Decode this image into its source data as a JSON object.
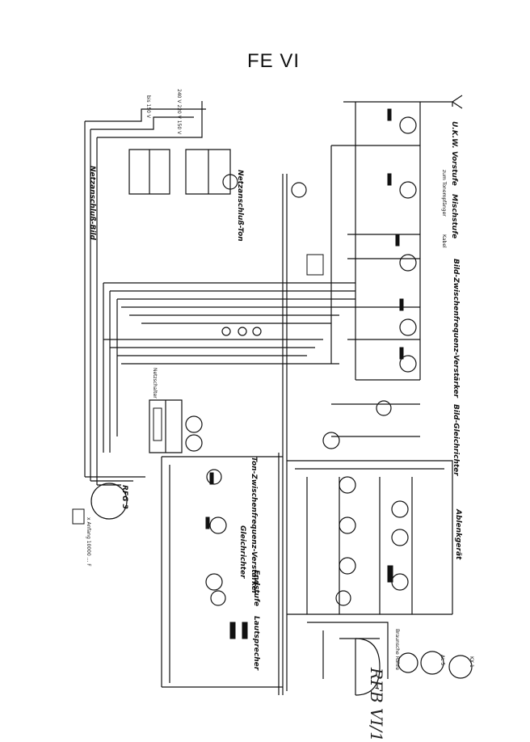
{
  "title": "FE VI",
  "handwritten_note": "RFB VI/1",
  "section_labels": [
    "U.K.W. Vorstufe",
    "Mischstufe",
    "Bild-Zwischenfrequenz-Verstärker",
    "Bild-Gleichrichter",
    "Ablenkgerät",
    "Netzanschluß-Bild",
    "Netzanschluß-Ton",
    "Ton-Zwischenfrequenz-Verstärker",
    "Gleichrichter",
    "Endstufe",
    "Lautsprecher",
    "Braunsche Röhre"
  ],
  "small_labels": {
    "kabel": "Kabel",
    "zum_tonempfaenger": "zum Tonempfänger",
    "netzschalter": "Netzschalter",
    "rfg": "RFG 3",
    "kx1": "KX 1",
    "al5": "AL 5",
    "mains_voltages": "240 V 220 V 150 V",
    "mains_taps": "bis 150 V",
    "legend_note": "x Anfang 10000 ... F"
  }
}
